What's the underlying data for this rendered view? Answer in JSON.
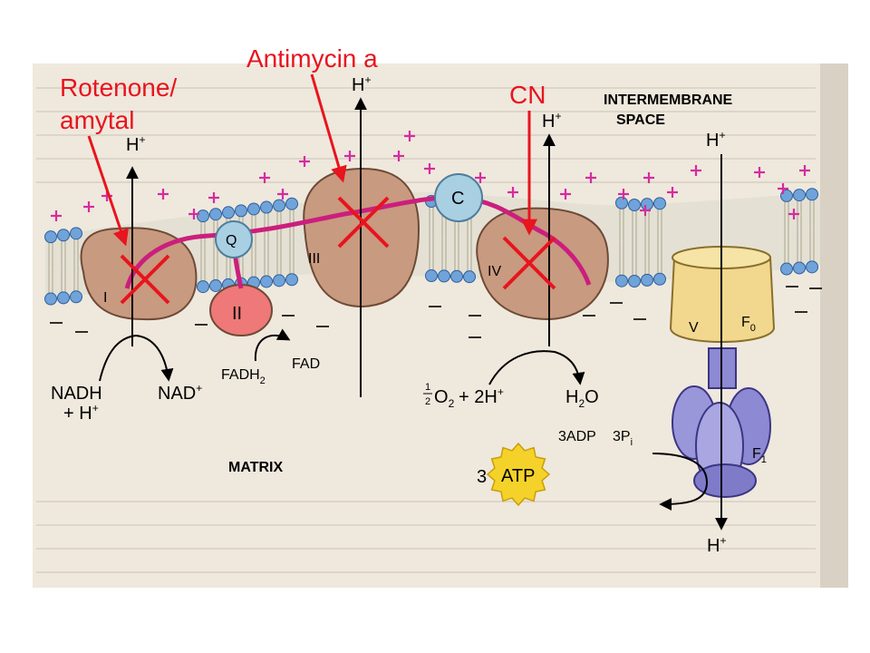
{
  "inhibitors": {
    "rotenone_line1": "Rotenone/",
    "rotenone_line2": "amytal",
    "antimycin": "Antimycin a",
    "cyanide": "CN"
  },
  "compartments": {
    "intermembrane_line1": "INTERMEMBRANE",
    "intermembrane_line2": "SPACE",
    "matrix": "MATRIX"
  },
  "complexes": {
    "complex_1": "I",
    "complex_2": "II",
    "complex_3": "III",
    "complex_4": "IV",
    "complex_5": "V",
    "coenzyme_q": "Q",
    "cytochrome_c": "C",
    "f0": "F",
    "f0_sub": "0",
    "f1": "F",
    "f1_sub": "1"
  },
  "molecules": {
    "h_plus": "H",
    "h_plus_sup": "+",
    "nadh": "NADH",
    "nadh_plus": "+ H",
    "nad_plus": "NAD",
    "fad": "FAD",
    "fadh2": "FADH",
    "fadh2_sub": "2",
    "oxygen_coef_num": "1",
    "oxygen_coef_den": "2",
    "oxygen": "O",
    "oxygen_sub": "2",
    "two_h_plus": "+ 2H",
    "water": "H",
    "water_sub": "2",
    "water_o": "O",
    "adp": "3ADP",
    "pi": "3P",
    "pi_sub": "i",
    "atp_coef": "3",
    "atp": "ATP"
  },
  "colors": {
    "inhibitor_red": "#e8141e",
    "complex_brown": "#c89a80",
    "complex_outline": "#6e4a36",
    "complex_ii_fill": "#ef7878",
    "q_cyt_blue": "#a9cfe3",
    "lipid_head_blue": "#6fa3d9",
    "electron_path_magenta": "#cc1e7d",
    "proton_plus_magenta": "#d42ca0",
    "f0_tan": "#f1d88e",
    "f1_purple": "#8d89d2",
    "atp_yellow": "#f4d22a",
    "paper_background": "#efe8dd"
  }
}
